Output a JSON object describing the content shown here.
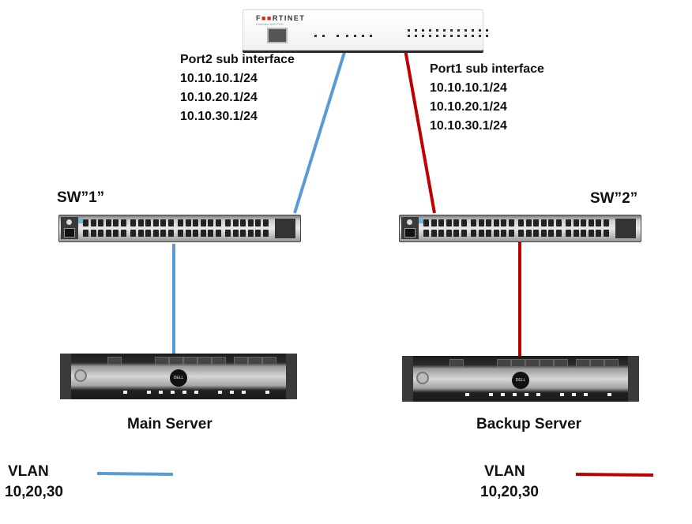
{
  "colors": {
    "vlan_blue": "#5b9bd5",
    "vlan_red": "#c00000",
    "text": "#111111"
  },
  "firewall": {
    "brand_prefix": "F",
    "brand_mark": "■■",
    "brand_suffix": "RTINET",
    "model": "FortiGate 61E-POE",
    "icon": "firewall-icon"
  },
  "port2_block": {
    "title": "Port2 sub interface",
    "addresses": [
      "10.10.10.1/24",
      "10.10.20.1/24",
      "10.10.30.1/24"
    ]
  },
  "port1_block": {
    "title": "Port1 sub interface",
    "addresses": [
      "10.10.10.1/24",
      "10.10.20.1/24",
      "10.10.30.1/24"
    ]
  },
  "switches": [
    {
      "label": "SW”1”",
      "icon": "switch-icon"
    },
    {
      "label": "SW”2”",
      "icon": "switch-icon"
    }
  ],
  "servers": [
    {
      "label": "Main Server",
      "badge": "DELL",
      "icon": "server-icon"
    },
    {
      "label": "Backup Server",
      "badge": "DELL",
      "icon": "server-icon"
    }
  ],
  "links": [
    {
      "name": "firewall-port2-to-sw1",
      "color": "vlan_blue"
    },
    {
      "name": "sw1-to-main-server",
      "color": "vlan_blue"
    },
    {
      "name": "firewall-port1-to-sw2",
      "color": "vlan_red"
    },
    {
      "name": "sw2-to-backup-server",
      "color": "vlan_red"
    }
  ],
  "legend": [
    {
      "line1": "VLAN",
      "line2": "10,20,30",
      "color": "vlan_blue"
    },
    {
      "line1": "VLAN",
      "line2": "10,20,30",
      "color": "vlan_red"
    }
  ]
}
